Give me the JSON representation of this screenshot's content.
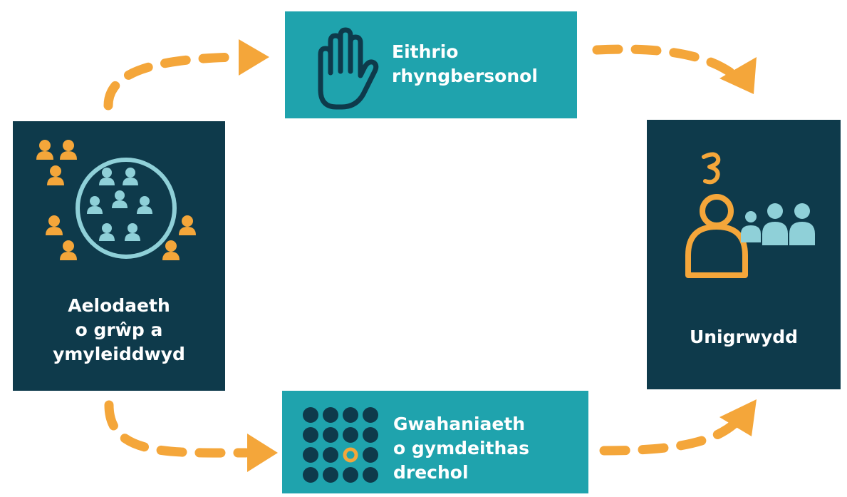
{
  "nodes": {
    "group_membership": {
      "lines": [
        "Aelodaeth",
        "o grŵp a",
        "ymyleiddwyd"
      ]
    },
    "exclusion": {
      "lines": [
        "Eithrio",
        "rhyngbersonol"
      ]
    },
    "separation": {
      "lines": [
        "Gwahaniaeth",
        "o gymdeithas",
        "drechol"
      ]
    },
    "loneliness": {
      "lines": [
        "Unigrwydd"
      ]
    }
  },
  "colors": {
    "dark_box": "#0e3a4b",
    "teal_box": "#1fa3ad",
    "arrow": "#f4a63a",
    "person_orange": "#f4a63a",
    "person_light": "#8fd0d8"
  },
  "icons": {
    "group_membership": "people-in-circle-icon",
    "exclusion": "raised-hand-icon",
    "separation": "dot-grid-odd-one-out-icon",
    "loneliness": "isolated-person-icon"
  }
}
